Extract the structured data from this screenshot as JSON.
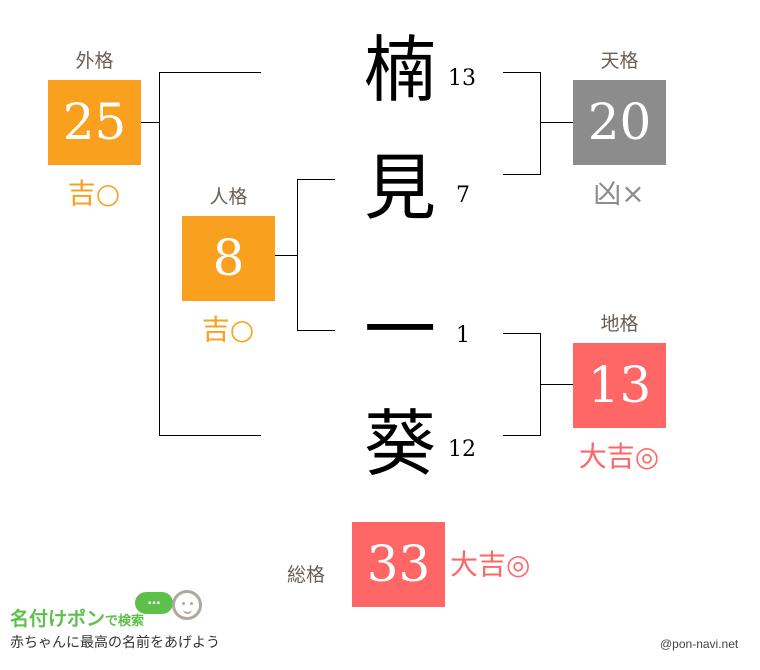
{
  "colors": {
    "good": "#f9a01f",
    "great": "#ff6666",
    "bad": "#8c8c8c",
    "label": "#6b5e55",
    "brand_green": "#5cc04a"
  },
  "name": {
    "chars": [
      {
        "char": "楠",
        "strokes": "13"
      },
      {
        "char": "見",
        "strokes": "7"
      },
      {
        "char": "一",
        "strokes": "1"
      },
      {
        "char": "葵",
        "strokes": "12"
      }
    ]
  },
  "kaku": {
    "gaikaku": {
      "label": "外格",
      "value": "25",
      "verdict": "吉○"
    },
    "jinkaku": {
      "label": "人格",
      "value": "8",
      "verdict": "吉○"
    },
    "tenkaku": {
      "label": "天格",
      "value": "20",
      "verdict": "凶×"
    },
    "chikaku": {
      "label": "地格",
      "value": "13",
      "verdict": "大吉◎"
    },
    "soukaku": {
      "label": "総格",
      "value": "33",
      "verdict": "大吉◎"
    }
  },
  "footer": {
    "brand_name": "名付けポン",
    "brand_suffix": "で検索",
    "bubble": "…",
    "tagline": "赤ちゃんに最高の名前をあげよう",
    "credit": "@pon-navi.net"
  }
}
